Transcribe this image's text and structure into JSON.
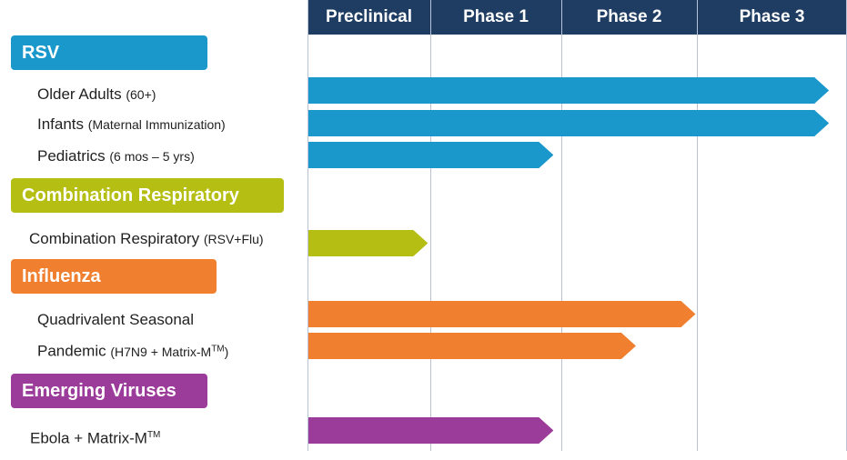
{
  "phases": [
    "Preclinical",
    "Phase 1",
    "Phase 2",
    "Phase 3"
  ],
  "colors": {
    "header": "#1f3d62",
    "rsv": "#1a98cb",
    "combination": "#b5be12",
    "influenza": "#f07f2f",
    "emerging": "#9c3c9a"
  },
  "categories": [
    {
      "name": "RSV",
      "color": "#1a98cb",
      "programs": [
        {
          "name": "Older Adults",
          "note": "(60+)",
          "sup": "",
          "progress": 3.88
        },
        {
          "name": "Infants",
          "note": "(Maternal Immunization)",
          "sup": "",
          "progress": 3.88
        },
        {
          "name": "Pediatrics",
          "note": "(6 mos – 5 yrs)",
          "sup": "",
          "progress": 1.94
        }
      ]
    },
    {
      "name": "Combination Respiratory",
      "color": "#b5be12",
      "programs": [
        {
          "name": "Combination Respiratory",
          "note": "(RSV+Flu)",
          "sup": "",
          "progress": 0.98
        }
      ]
    },
    {
      "name": "Influenza",
      "color": "#f07f2f",
      "programs": [
        {
          "name": "Quadrivalent Seasonal",
          "note": "",
          "sup": "",
          "progress": 2.99
        },
        {
          "name": "Pandemic",
          "note": "(H7N9 + Matrix-M",
          "sup": "TM",
          "note_end": ")",
          "progress": 2.55
        }
      ]
    },
    {
      "name": "Emerging Viruses",
      "color": "#9c3c9a",
      "programs": [
        {
          "name": "Ebola + Matrix-M",
          "note": "",
          "sup": "TM",
          "progress": 1.94
        }
      ]
    }
  ]
}
